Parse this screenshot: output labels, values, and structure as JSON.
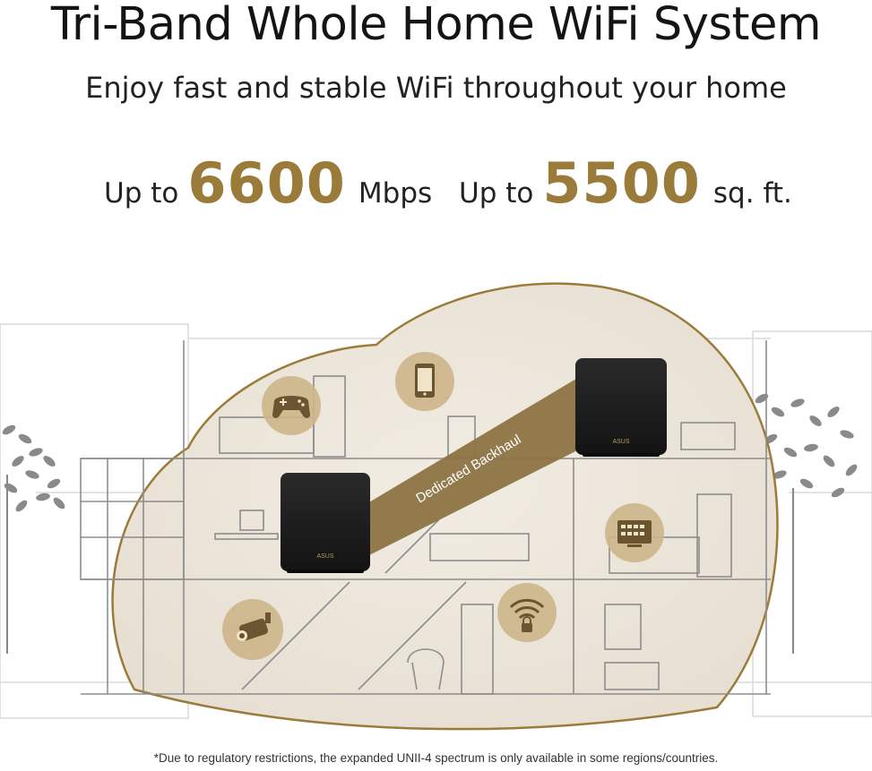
{
  "headline": "Tri-Band Whole Home WiFi System",
  "subheadline": "Enjoy fast and stable WiFi throughout your home",
  "stats": [
    {
      "prefix": "Up to",
      "value": "6600",
      "unit": "Mbps"
    },
    {
      "prefix": "Up to",
      "value": "5500",
      "unit": "sq. ft."
    }
  ],
  "illustration": {
    "backhaul_label": "Dedicated Backhaul",
    "router_logo": "ASUS",
    "icons": [
      "gamepad-icon",
      "smartphone-icon",
      "tv-icon",
      "security-camera-icon",
      "wifi-lock-icon"
    ]
  },
  "colors": {
    "accent_gold": "#9b7b3a",
    "bubble_fill": "#efe9e0",
    "router_body": "#1c1c1c",
    "icon_circle": "#cdb58a"
  },
  "footnote": "*Due to regulatory restrictions, the expanded UNII-4 spectrum is only available in some regions/countries."
}
